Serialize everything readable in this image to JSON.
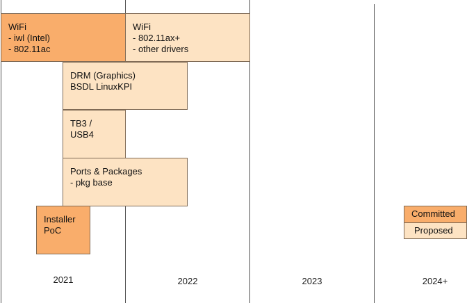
{
  "colors": {
    "committed": "#f9ad6b",
    "proposed": "#fde3c3",
    "gridline": "#4d4d4d"
  },
  "years": [
    "2021",
    "2022",
    "2023",
    "2024+"
  ],
  "boxes": {
    "wifi_2021": "WiFi\n- iwl (Intel)\n- 802.11ac",
    "wifi_2022": "WiFi\n- 802.11ax+\n- other drivers",
    "drm": "DRM (Graphics)\nBSDL LinuxKPI",
    "tb3": "TB3 /\nUSB4",
    "ports": "Ports & Packages\n- pkg base",
    "installer": "Installer\nPoC"
  },
  "legend": {
    "committed": "Committed",
    "proposed": "Proposed"
  }
}
